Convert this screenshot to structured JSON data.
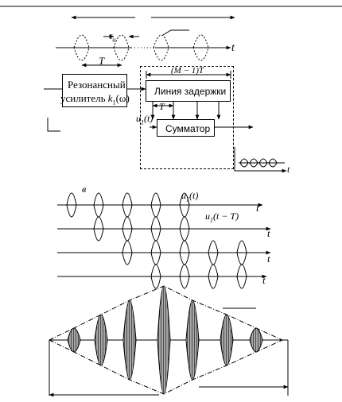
{
  "part_a": {
    "t_axis": "t",
    "tau": "τ",
    "tau_sub": "и",
    "period": "T"
  },
  "block_diagram": {
    "amplifier_line1": "Резонансный",
    "amplifier_line2": "усилитель",
    "amplifier_k": "k",
    "amplifier_k_sub": "1",
    "amplifier_k_arg": "(ω)",
    "delay_span": "(M − 1)T",
    "delay_line": "Линия задержки",
    "tap_period": "T",
    "input_u": "u",
    "input_u_sub": "1",
    "input_u_arg": "(t)",
    "summator": "Сумматор",
    "out_t": "t"
  },
  "part_v": {
    "letter": "в",
    "row1": "u",
    "row1_sub": "1",
    "row1_arg": "(t)",
    "row2": "u",
    "row2_sub": "1",
    "row2_arg": "(t − T)",
    "t1": "t",
    "t2": "t",
    "t3": "t",
    "t4": "t"
  },
  "colors": {
    "ink": "#000000",
    "paper": "#ffffff"
  }
}
